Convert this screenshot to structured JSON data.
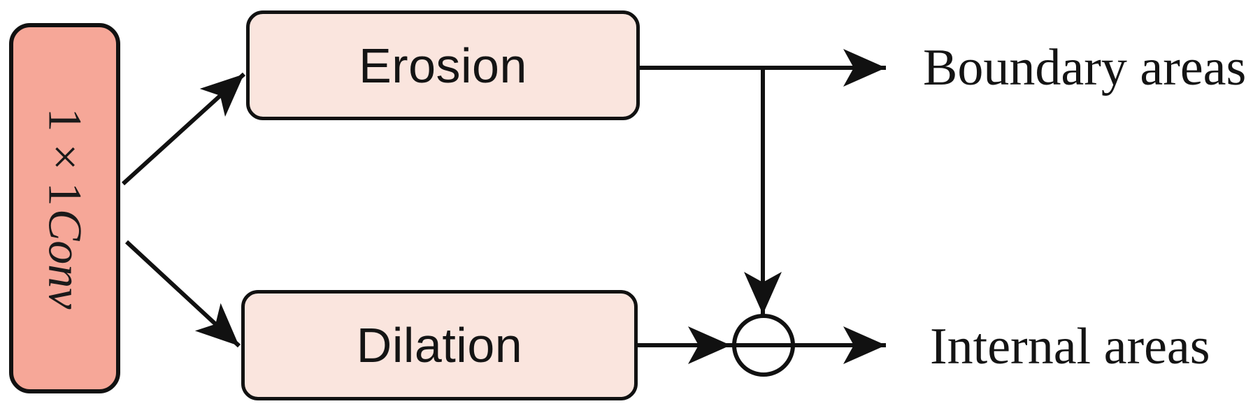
{
  "diagram": {
    "conv_block": {
      "label_prefix": "1 × 1",
      "label_suffix": "Conv"
    },
    "nodes": {
      "erosion": "Erosion",
      "dilation": "Dilation"
    },
    "outputs": {
      "boundary": "Boundary areas",
      "internal": "Internal areas"
    },
    "junction": {
      "shape": "circle",
      "meaning": "merge-junction"
    },
    "colors": {
      "background": "#FFFFFF",
      "conv_fill": "#F6A798",
      "node_fill": "#FAE5DE",
      "stroke": "#111111",
      "text": "#141414"
    }
  }
}
